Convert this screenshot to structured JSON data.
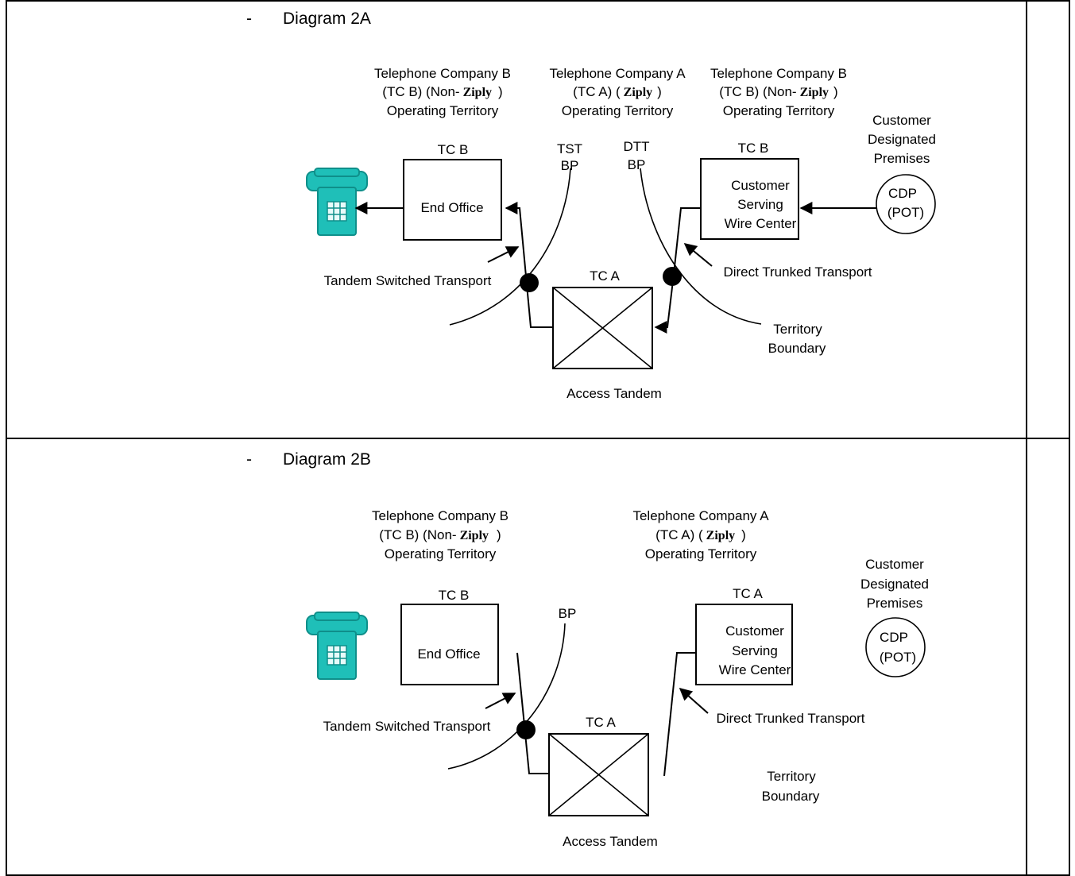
{
  "layout": {
    "bullet": "-"
  },
  "diagram_a": {
    "title": "Diagram 2A",
    "tc_b_left": {
      "line1": "Telephone Company B",
      "line2_pre": "(TC B) (Non-",
      "brand": "Ziply",
      "line2_post": ")",
      "line3": "Operating Territory"
    },
    "tc_a": {
      "line1": "Telephone Company A",
      "line2_pre": "(TC A) (",
      "brand": "Ziply",
      "line2_post": ")",
      "line3": "Operating Territory"
    },
    "tc_b_right": {
      "line1": "Telephone Company B",
      "line2_pre": "(TC B) (Non-",
      "brand": "Ziply",
      "line2_post": ")",
      "line3": "Operating Territory"
    },
    "customer_premises": {
      "line1": "Customer",
      "line2": "Designated",
      "line3": "Premises"
    },
    "cdp": {
      "line1": "CDP",
      "line2": "(POT)"
    },
    "end_office": {
      "owner": "TC B",
      "label": "End Office"
    },
    "cswc": {
      "owner": "TC B",
      "line1": "Customer",
      "line2": "Serving",
      "line3": "Wire Center"
    },
    "tst_bp": {
      "line1": "TST",
      "line2": "BP"
    },
    "dtt_bp": {
      "line1": "DTT",
      "line2": "BP"
    },
    "access_tandem": {
      "owner": "TC A",
      "label": "Access Tandem"
    },
    "tandem_switched": "Tandem Switched Transport",
    "direct_trunked": "Direct Trunked Transport",
    "territory_boundary": {
      "line1": "Territory",
      "line2": "Boundary"
    }
  },
  "diagram_b": {
    "title": "Diagram 2B",
    "tc_b_left": {
      "line1": "Telephone Company B",
      "line2_pre": "(TC B) (Non-",
      "brand": "Ziply",
      "line2_post": ")",
      "line3": "Operating Territory"
    },
    "tc_a": {
      "line1": "Telephone Company A",
      "line2_pre": "(TC A) (",
      "brand": "Ziply",
      "line2_post": ")",
      "line3": "Operating Territory"
    },
    "customer_premises": {
      "line1": "Customer",
      "line2": "Designated",
      "line3": "Premises"
    },
    "cdp": {
      "line1": "CDP",
      "line2": "(POT)"
    },
    "end_office": {
      "owner": "TC B",
      "label": "End Office"
    },
    "cswc": {
      "owner": "TC A",
      "line1": "Customer",
      "line2": "Serving",
      "line3": "Wire Center"
    },
    "bp": "BP",
    "access_tandem": {
      "owner": "TC A",
      "label": "Access Tandem"
    },
    "tandem_switched": "Tandem Switched Transport",
    "direct_trunked": "Direct Trunked Transport",
    "territory_boundary": {
      "line1": "Territory",
      "line2": "Boundary"
    }
  },
  "colors": {
    "phone": "#1fbfb8",
    "phone_dark": "#0f8f8a"
  }
}
